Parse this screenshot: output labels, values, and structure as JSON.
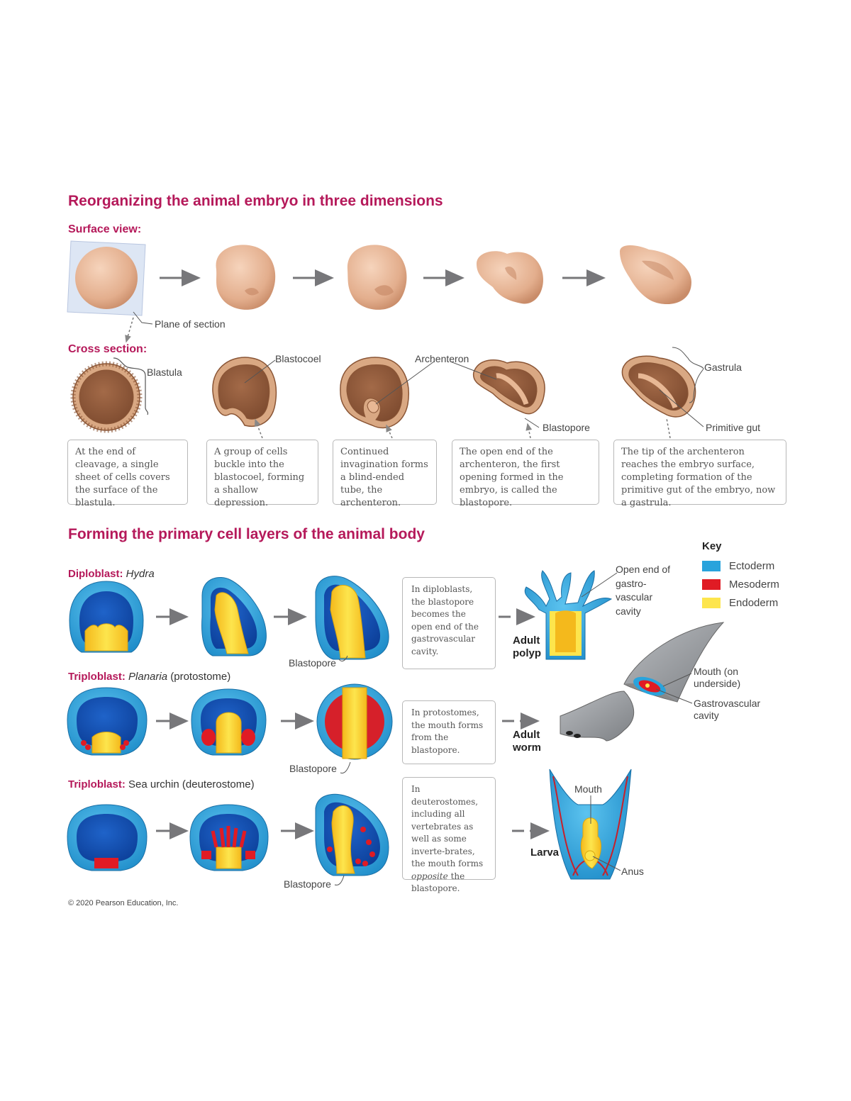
{
  "part1": {
    "title": "Reorganizing the animal embryo in three dimensions",
    "surface_view": "Surface view:",
    "plane_of_section": "Plane of section",
    "cross_section": "Cross section:",
    "labels": {
      "blastula": "Blastula",
      "blastocoel": "Blastocoel",
      "archenteron": "Archenteron",
      "blastopore": "Blastopore",
      "gastrula": "Gastrula",
      "primitive_gut": "Primitive gut"
    },
    "captions": [
      "At the end of cleavage, a single sheet of cells covers the surface of the blastula.",
      "A group of cells buckle into the blastocoel, forming a shallow depression.",
      "Continued invagination forms a blind-ended tube, the archenteron.",
      "The open end of the archenteron, the first opening formed in the embryo, is called the blastopore.",
      "The tip of the archenteron reaches the embryo surface, completing formation of the primitive gut of the embryo, now a gastrula."
    ]
  },
  "part2": {
    "title": "Forming the primary cell layers of the animal body",
    "rows": [
      {
        "type": "Diploblast:",
        "organism": "Hydra",
        "caption": "In diploblasts, the blastopore becomes the open end of the gastrovascular cavity.",
        "adult": "Adult polyp"
      },
      {
        "type": "Triploblast:",
        "organism": "Planaria",
        "note": "(protostome)",
        "caption": "In protostomes, the mouth forms from the blastopore.",
        "adult": "Adult worm"
      },
      {
        "type": "Triploblast:",
        "organism": "Sea urchin (deuterostome)",
        "caption_before": "In deuterostomes, including all vertebrates as well as some inverte-brates, the mouth forms",
        "caption_emph": "opposite",
        "caption_after": "the blastopore.",
        "adult": "Larva"
      }
    ],
    "blastopore": "Blastopore",
    "polyp_label": "Open end of gastro-vascular cavity",
    "worm_mouth": "Mouth (on underside)",
    "worm_cavity": "Gastrovascular cavity",
    "larva_mouth": "Mouth",
    "larva_anus": "Anus",
    "key": {
      "title": "Key",
      "items": [
        {
          "label": "Ectoderm",
          "color": "#29a3dc"
        },
        {
          "label": "Mesoderm",
          "color": "#e01b24"
        },
        {
          "label": "Endoderm",
          "color": "#fde54d"
        }
      ]
    }
  },
  "copyright": "© 2020 Pearson Education, Inc."
}
